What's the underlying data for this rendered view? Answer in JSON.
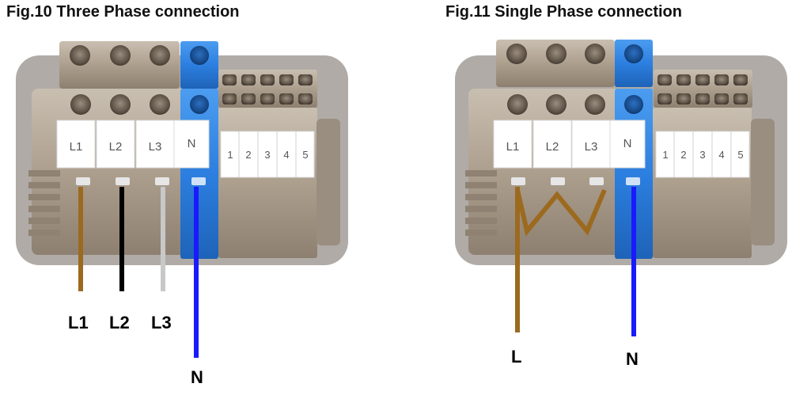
{
  "figures": [
    {
      "title": "Fig.10 Three Phase connection",
      "terminals": {
        "phase": [
          "L1",
          "L2",
          "L3"
        ],
        "neutral": "N",
        "aux": [
          "1",
          "2",
          "3",
          "4",
          "5"
        ]
      },
      "wire_labels": [
        "L1",
        "L2",
        "L3",
        "N"
      ]
    },
    {
      "title": "Fig.11 Single Phase connection",
      "terminals": {
        "phase": [
          "L1",
          "L2",
          "L3"
        ],
        "neutral": "N",
        "aux": [
          "1",
          "2",
          "3",
          "4",
          "5"
        ]
      },
      "wire_labels": [
        "L",
        "N"
      ]
    }
  ],
  "colors": {
    "brown_wire": "#9c6a1f",
    "black_wire": "#000000",
    "grey_wire": "#c8c8c8",
    "blue_wire": "#1a1aff",
    "terminal_beige": "#b1a493",
    "terminal_blue": "#2c7fe0",
    "label_white": "#ffffff"
  }
}
